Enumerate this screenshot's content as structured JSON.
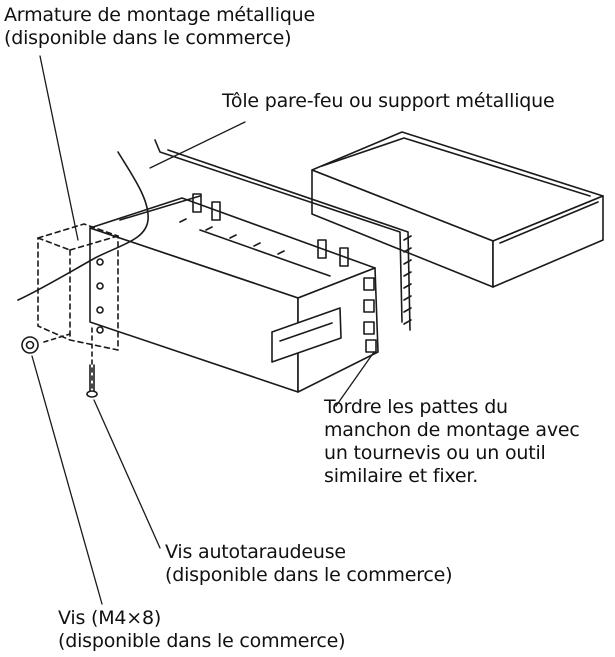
{
  "labels": {
    "armature": {
      "line1": "Armature de montage métallique",
      "line2": "(disponible dans le commerce)"
    },
    "tole": {
      "line1": "Tôle pare-feu ou support métallique"
    },
    "tordre": {
      "line1": "Tordre les pattes du",
      "line2": "manchon de montage avec",
      "line3": "un tournevis ou un outil",
      "line4": "similaire et fixer."
    },
    "vis_auto": {
      "line1": "Vis autotaraudeuse",
      "line2": "(disponible dans le commerce)"
    },
    "vis_m4": {
      "line1": "Vis (M4×8)",
      "line2": "(disponible dans le commerce)"
    }
  },
  "colors": {
    "stroke": "#1a1a1a",
    "background": "#ffffff"
  }
}
